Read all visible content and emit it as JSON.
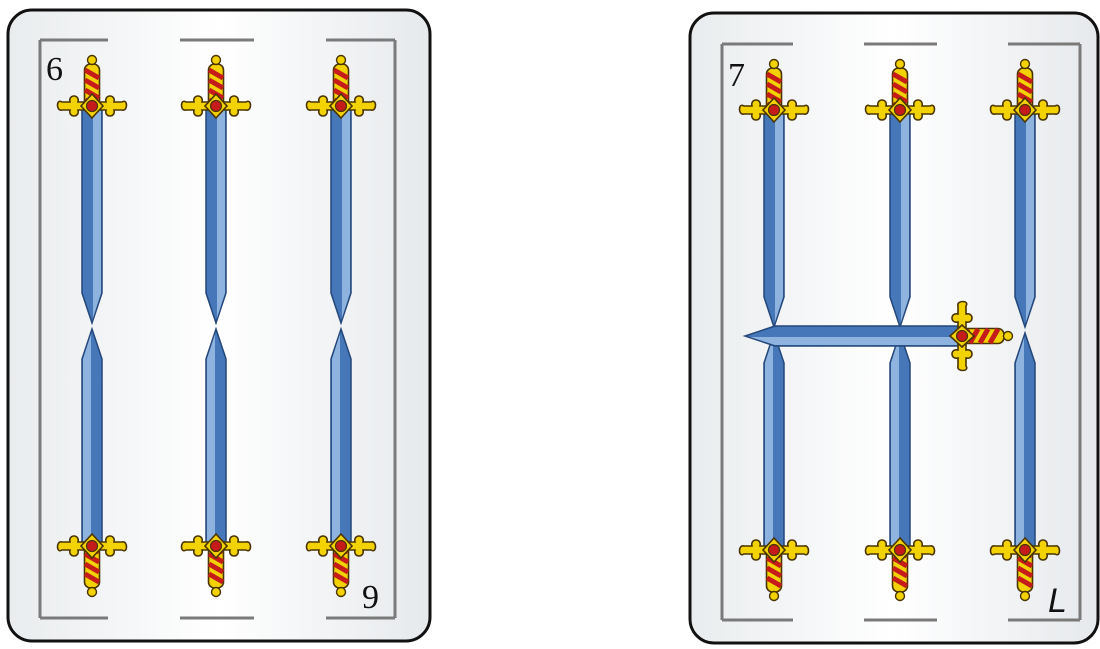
{
  "cards": [
    {
      "suit": "swords",
      "count": 6,
      "index_top": "6",
      "index_bottom": "9"
    },
    {
      "suit": "swords",
      "count": 7,
      "index_top": "7",
      "index_bottom": "L"
    }
  ],
  "colors": {
    "card_face": "#f7f8f8",
    "card_border": "#111111",
    "frame": "#7a7a7a",
    "blade_light": "#7ea6d6",
    "blade_dark": "#3e6eaf",
    "guard_gold": "#f2d200",
    "grip_red": "#c51b1b",
    "pommel_gold": "#f2d200"
  },
  "icons": {
    "sword": "sword-icon"
  }
}
